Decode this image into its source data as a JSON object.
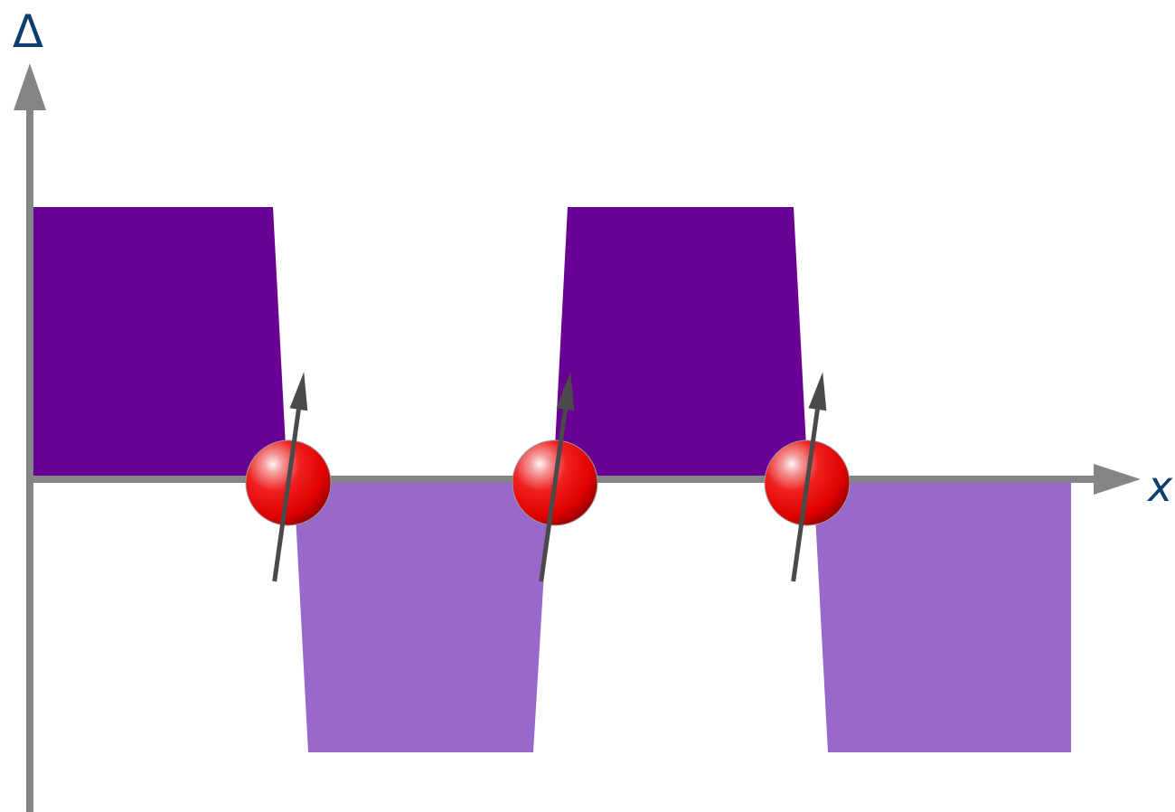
{
  "labels": {
    "y_axis": "Δ",
    "x_axis": "x"
  },
  "colors": {
    "positive_region": "#6a0093",
    "negative_region": "#9868cb",
    "axis": "#858585",
    "spin_arrow": "#4a4a4a",
    "particle": "#ee0000",
    "label_text": "#0c3f6e"
  },
  "regions": [
    {
      "sign": "positive"
    },
    {
      "sign": "negative"
    },
    {
      "sign": "positive"
    },
    {
      "sign": "negative"
    }
  ],
  "particles": [
    {
      "icon": "red-sphere-icon",
      "spin": "up-arrow-icon"
    },
    {
      "icon": "red-sphere-icon",
      "spin": "up-arrow-icon"
    },
    {
      "icon": "red-sphere-icon",
      "spin": "up-arrow-icon"
    }
  ]
}
